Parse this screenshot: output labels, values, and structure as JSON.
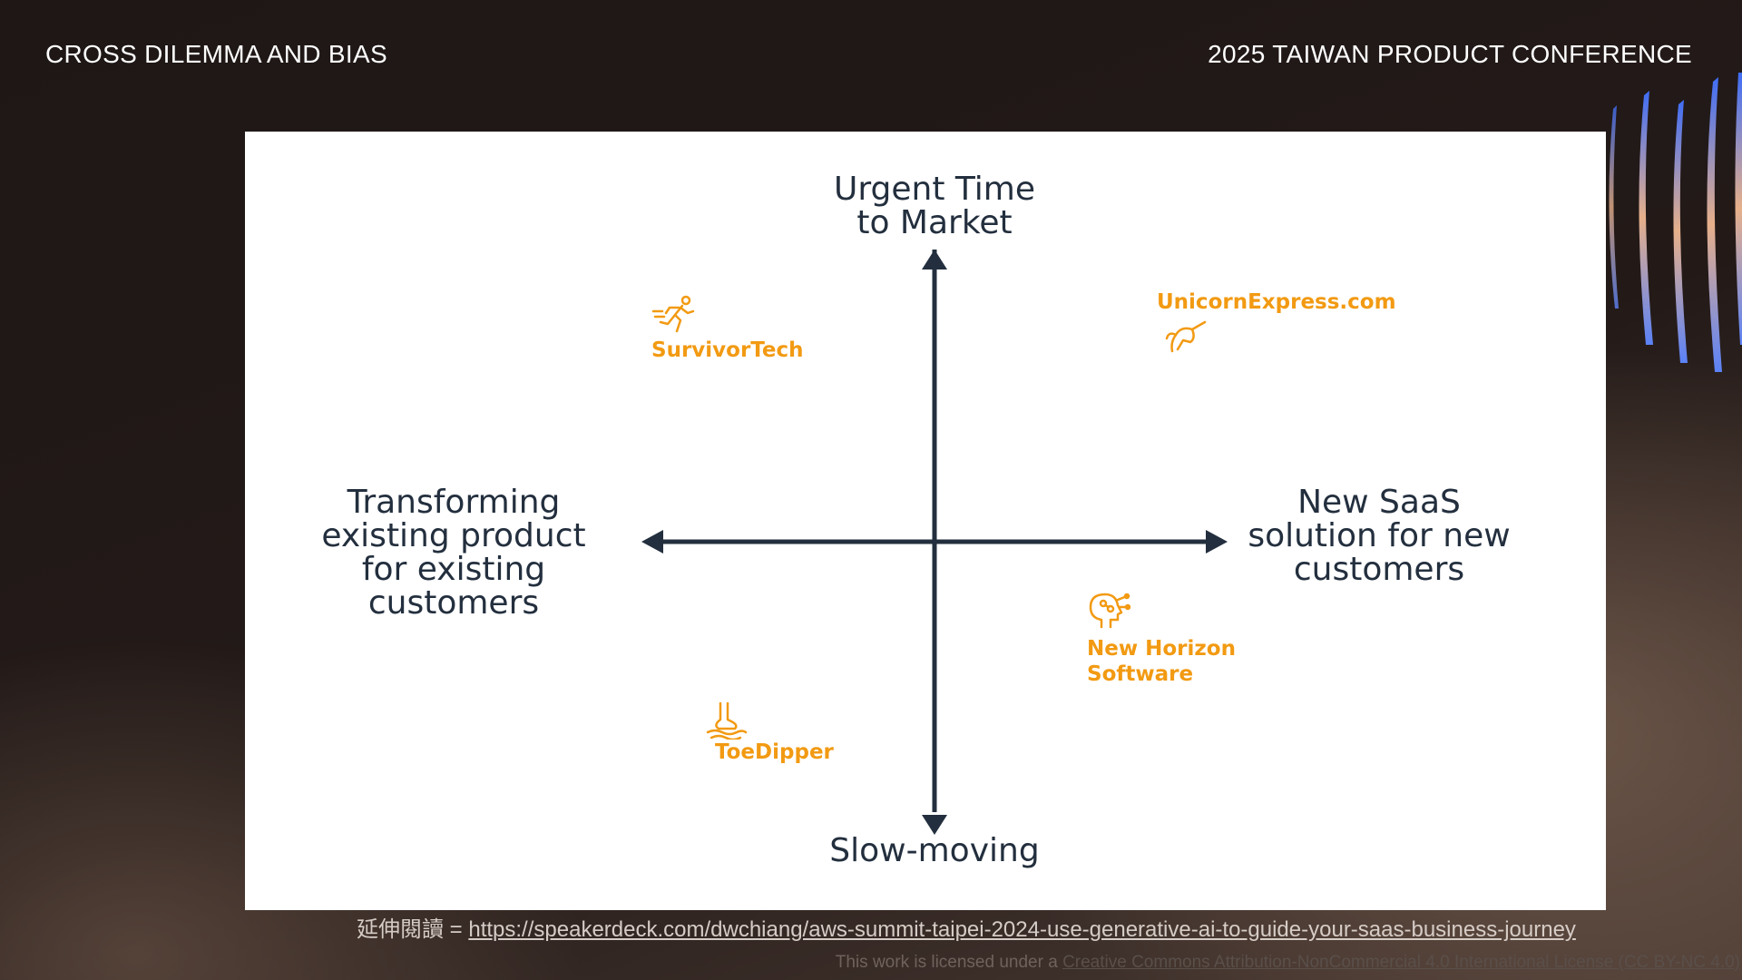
{
  "header": {
    "left_title": "CROSS DILEMMA AND BIAS",
    "right_title": "2025 TAIWAN PRODUCT CONFERENCE"
  },
  "quadrant": {
    "axis_top": "Urgent Time to Market",
    "axis_bottom": "Slow-moving",
    "axis_left": "Transforming existing product for existing customers",
    "axis_right": "New SaaS solution for new customers",
    "companies": [
      {
        "name": "SurvivorTech",
        "icon": "running-person-icon"
      },
      {
        "name": "UnicornExpress.com",
        "icon": "unicorn-icon"
      },
      {
        "name": "New Horizon Software",
        "icon": "ai-head-icon"
      },
      {
        "name": "ToeDipper",
        "icon": "foot-in-water-icon"
      }
    ],
    "colors": {
      "axis": "#232f3e",
      "company": "#f29a12"
    }
  },
  "footer": {
    "prefix": "延伸閱讀 = ",
    "link_text": "https://speakerdeck.com/dwchiang/aws-summit-taipei-2024-use-generative-ai-to-guide-your-saas-business-journey",
    "license_prefix": "This work is licensed under a ",
    "license_link": "Creative Commons Attribution-NonCommercial 4.0 International License (CC BY-NC 4.0)"
  }
}
